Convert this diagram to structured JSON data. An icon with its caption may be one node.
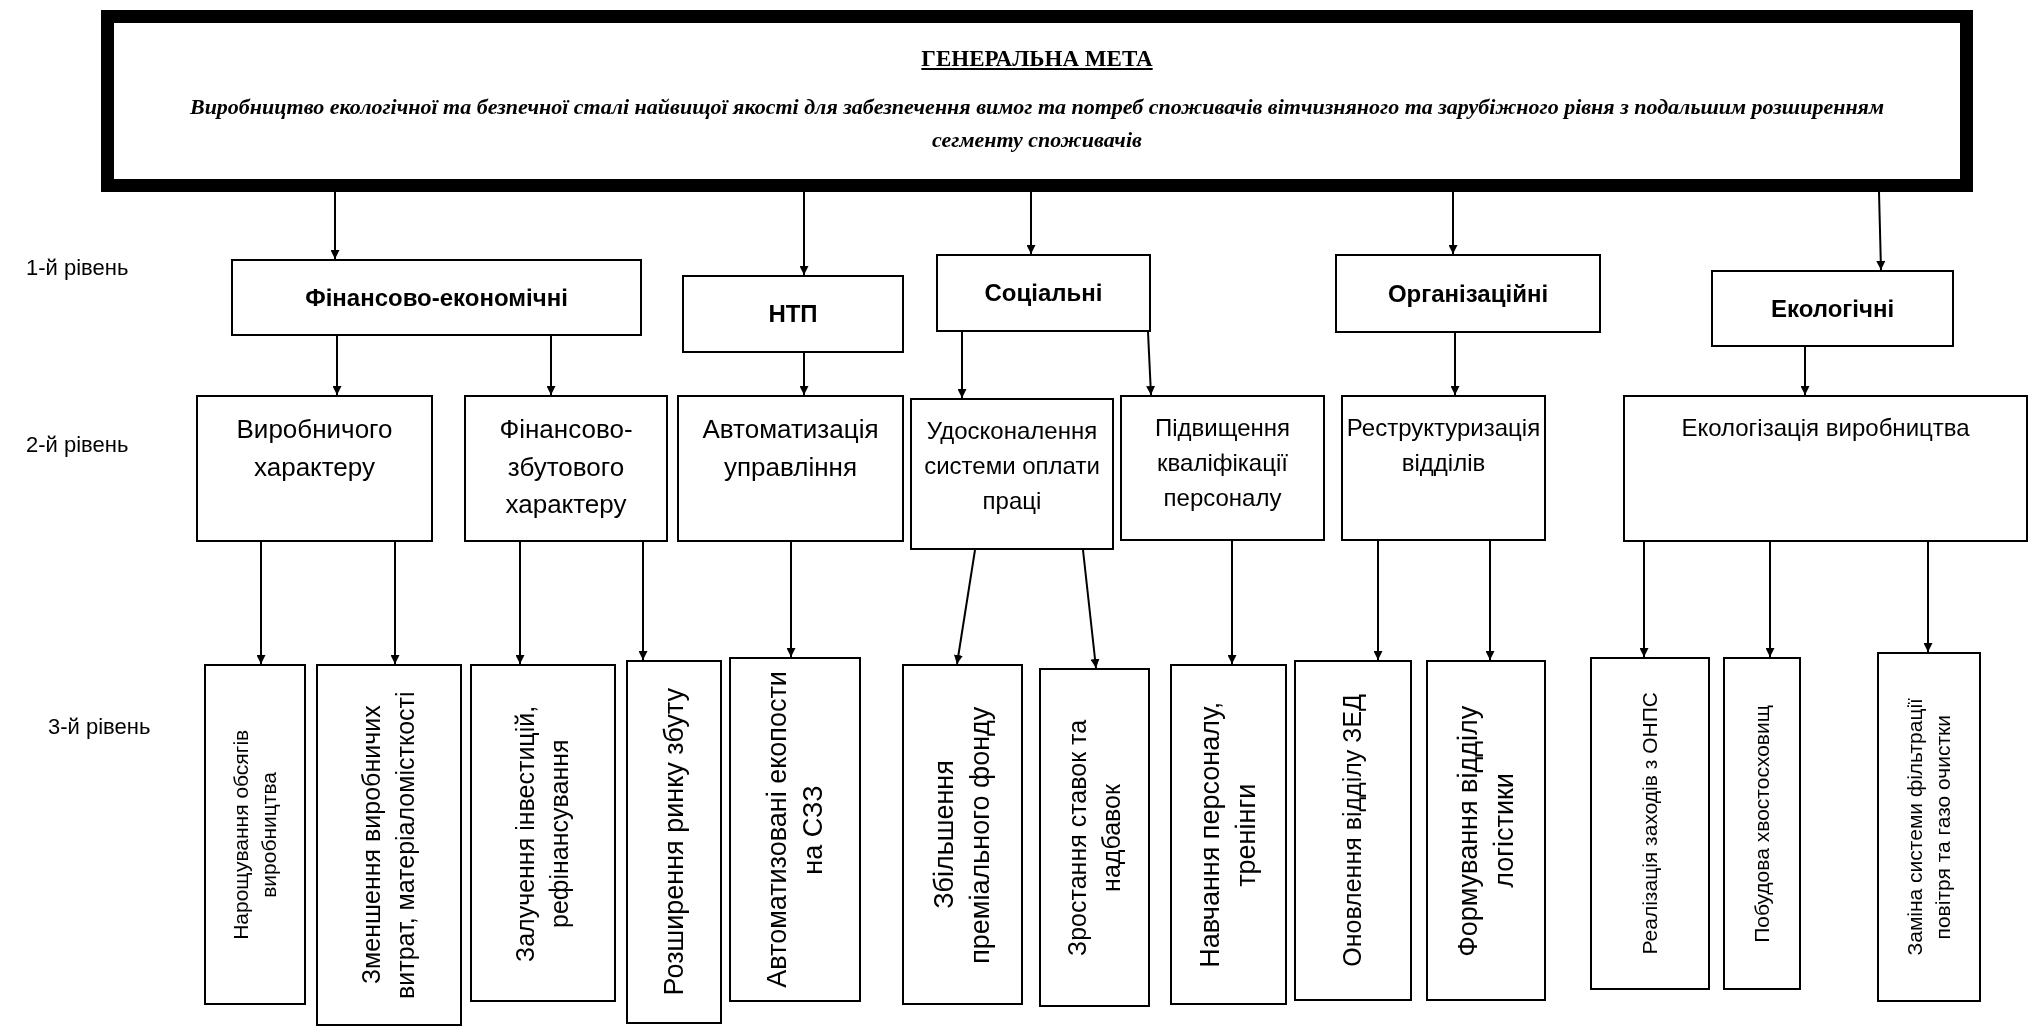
{
  "diagram": {
    "nodes": [
      {
        "text": [
          "ГЕНЕРАЛЬНА МЕТА",
          "Виробництво екологічної  та безпечної сталі найвищої якості для забезпечення вимог та потреб споживачів вітчизняного та зарубіжного рівня з подальшим розширенням сегменту споживачів"
        ]
      },
      {
        "text": [
          "Фінансово-економічні"
        ]
      },
      {
        "text": [
          "НТП"
        ]
      },
      {
        "text": [
          "Соціальні"
        ]
      },
      {
        "text": [
          "Організаційні"
        ]
      },
      {
        "text": [
          "Екологічні"
        ]
      },
      {
        "text": [
          "Виробничого характеру"
        ]
      },
      {
        "text": [
          "Фінансово-збутового характеру"
        ]
      },
      {
        "text": [
          "Автоматизація управління"
        ]
      },
      {
        "text": [
          "Удосконалення системи оплати праці"
        ]
      },
      {
        "text": [
          "Підвищення кваліфікації персоналу"
        ]
      },
      {
        "text": [
          "Реструктуризація відділів"
        ]
      },
      {
        "text": [
          "Екологізація виробництва"
        ]
      },
      {
        "text": [
          "Нарощування обсягів виробництва"
        ]
      },
      {
        "text": [
          "Зменшення виробничих витрат, матеріаломісткості"
        ]
      },
      {
        "text": [
          "Залучення інвестицій, рефінансування"
        ]
      },
      {
        "text": [
          "Розширення ринку збуту"
        ]
      },
      {
        "text": [
          "Автоматизовані екопости на СЗЗ"
        ]
      },
      {
        "text": [
          "Збільшення преміального фонду"
        ]
      },
      {
        "text": [
          "Зростання ставок та надбавок"
        ]
      },
      {
        "text": [
          "Навчання персоналу, тренінги"
        ]
      },
      {
        "text": [
          "Оновлення відділу ЗЕД"
        ]
      },
      {
        "text": [
          "Формування відділу логістики"
        ]
      },
      {
        "text": [
          "Реалізація заходів з ОНПС"
        ]
      },
      {
        "text": [
          "Побудова хвостосховищ"
        ]
      },
      {
        "text": [
          "Заміна системи фільтрації повітря та газо очистки"
        ]
      }
    ],
    "edges": [
      {
        "from": 0,
        "to": 1,
        "arrow": "to"
      },
      {
        "from": 0,
        "to": 2,
        "arrow": "to"
      },
      {
        "from": 0,
        "to": 3,
        "arrow": "to"
      },
      {
        "from": 0,
        "to": 4,
        "arrow": "to"
      },
      {
        "from": 0,
        "to": 5,
        "arrow": "to"
      },
      {
        "from": 1,
        "to": 6,
        "arrow": "to"
      },
      {
        "from": 1,
        "to": 7,
        "arrow": "to"
      },
      {
        "from": 2,
        "to": 8,
        "arrow": "to"
      },
      {
        "from": 3,
        "to": 9,
        "arrow": "to"
      },
      {
        "from": 3,
        "to": 10,
        "arrow": "to"
      },
      {
        "from": 4,
        "to": 11,
        "arrow": "to"
      },
      {
        "from": 5,
        "to": 12,
        "arrow": "to"
      },
      {
        "from": 6,
        "to": 13,
        "arrow": "to"
      },
      {
        "from": 6,
        "to": 14,
        "arrow": "to"
      },
      {
        "from": 7,
        "to": 15,
        "arrow": "to"
      },
      {
        "from": 7,
        "to": 16,
        "arrow": "to"
      },
      {
        "from": 8,
        "to": 17,
        "arrow": "to"
      },
      {
        "from": 9,
        "to": 18,
        "arrow": "to"
      },
      {
        "from": 9,
        "to": 19,
        "arrow": "to"
      },
      {
        "from": 10,
        "to": 20,
        "arrow": "to"
      },
      {
        "from": 11,
        "to": 21,
        "arrow": "to"
      },
      {
        "from": 11,
        "to": 22,
        "arrow": "to"
      },
      {
        "from": 12,
        "to": 23,
        "arrow": "to"
      },
      {
        "from": 12,
        "to": 24,
        "arrow": "to"
      },
      {
        "from": 12,
        "to": 25,
        "arrow": "to"
      }
    ],
    "labels": [
      "1-й рівень",
      "2-й рівень",
      "3-й рівень"
    ]
  }
}
